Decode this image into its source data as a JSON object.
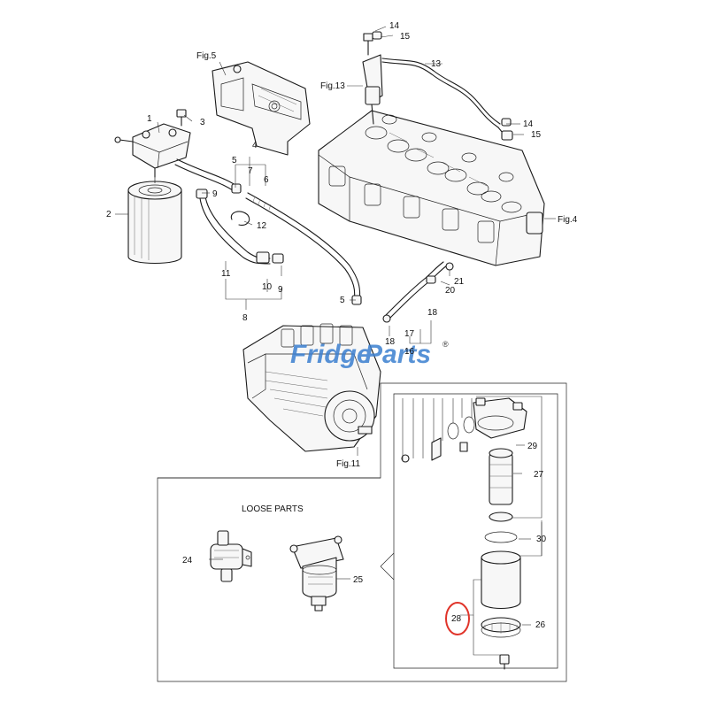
{
  "diagram": {
    "references": {
      "fig5": "Fig.5",
      "fig13": "Fig.13",
      "fig4": "Fig.4",
      "fig11": "Fig.11"
    },
    "loose_parts_title": "LOOSE PARTS",
    "watermark": {
      "prefix": "Fridge",
      "suffix": "Parts",
      "mark": "®",
      "color": "#3a7fd0"
    },
    "highlight_color": "#e0342a",
    "highlighted_part": "28",
    "callouts": {
      "c1": "1",
      "c2": "2",
      "c3": "3",
      "c4": "4",
      "c5a": "5",
      "c5b": "5",
      "c6": "6",
      "c7": "7",
      "c8": "8",
      "c9a": "9",
      "c9b": "9",
      "c10": "10",
      "c11": "11",
      "c12": "12",
      "c13": "13",
      "c14a": "14",
      "c14b": "14",
      "c15a": "15",
      "c15b": "15",
      "c16": "16",
      "c17": "17",
      "c18a": "18",
      "c18b": "18",
      "c20": "20",
      "c21": "21",
      "c24": "24",
      "c25": "25",
      "c26": "26",
      "c27": "27",
      "c28": "28",
      "c29": "29",
      "c30": "30"
    }
  }
}
